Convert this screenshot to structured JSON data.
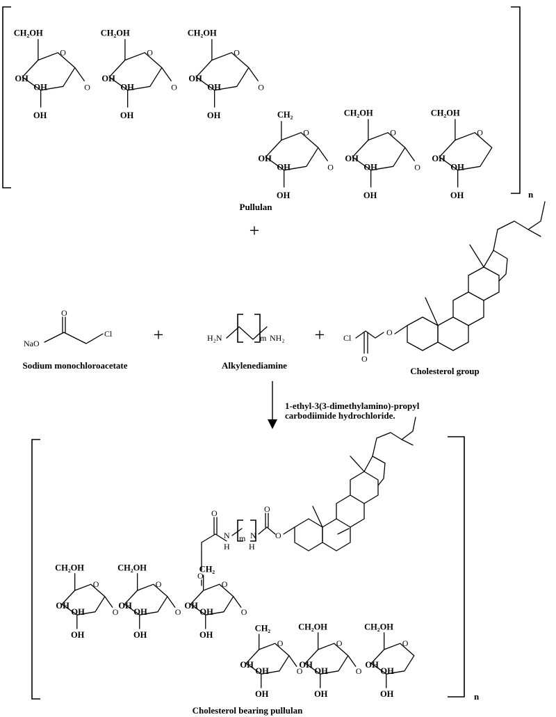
{
  "labels": {
    "pullulan": "Pullulan",
    "sodium_monochloroacetate": "Sodium monochloroacetate",
    "alkylenediamine": "Alkylenediamine",
    "cholesterol_group": "Cholesterol group",
    "reagent_line1": "1-ethyl-3(3-dimethylamino)-propyl",
    "reagent_line2": "carbodiimide hydrochloride.",
    "product": "Cholesterol bearing pullulan"
  },
  "symbols": {
    "plus": "+",
    "repeat_n": "n",
    "repeat_m": "m"
  },
  "atoms": {
    "ch2oh": "CH₂OH",
    "ch2": "CH₂",
    "oh": "OH",
    "o": "O",
    "nao": "NaO",
    "cl": "Cl",
    "h2n": "H₂N",
    "nh2": "NH₂",
    "n": "N",
    "h": "H"
  }
}
